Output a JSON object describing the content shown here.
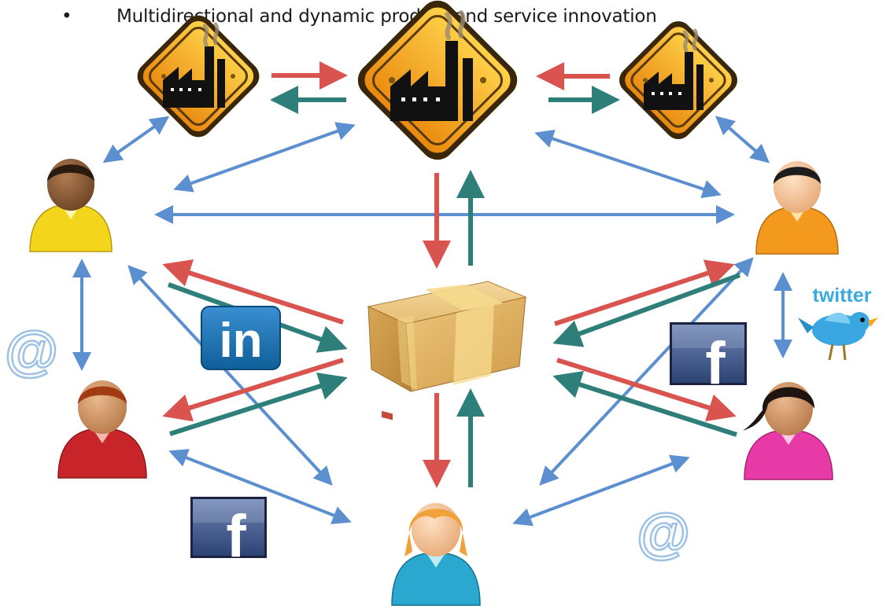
{
  "bullet": {
    "marker": "•",
    "text": "Multidirectional and dynamic product and service innovation"
  },
  "colors": {
    "red_arrow": "#d9534f",
    "teal_arrow": "#2e7f7a",
    "blue_arrow": "#5b8fd0",
    "sign_orange": "#f6a317",
    "factory_black": "#111111",
    "box_tan": "#e2b96a",
    "linkedin_blue": "#1a6fb0",
    "facebook_blue": "#3b5998",
    "twitter_blue": "#39a9e0"
  },
  "icons": {
    "factories": [
      "factory-icon",
      "factory-icon",
      "factory-icon"
    ],
    "people": [
      "person-yellow-icon",
      "person-orange-icon",
      "person-red-icon",
      "person-pink-icon",
      "person-blue-icon"
    ],
    "product": "package-box-icon",
    "social": [
      "linkedin-icon",
      "facebook-icon",
      "twitter-icon",
      "at-sign-icon"
    ]
  },
  "logos": {
    "linkedin": "in",
    "facebook": "f",
    "twitter": "twitter",
    "at": "@"
  }
}
